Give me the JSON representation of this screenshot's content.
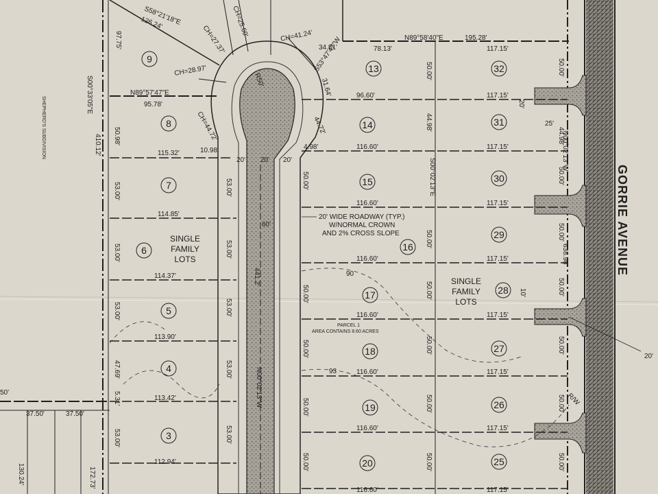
{
  "street": "GORRIE AVENUE",
  "notes": {
    "single_family_left": [
      "SINGLE",
      "FAMILY",
      "LOTS"
    ],
    "single_family_right": [
      "SINGLE",
      "FAMILY",
      "LOTS"
    ],
    "roadway": [
      "20' WIDE ROADWAY (TYP.)",
      "W/NORMAL CROWN",
      "AND 2% CROSS SLOPE"
    ],
    "parcel": [
      "PARCEL 1",
      "AREA CONTAINS 8.60 ACRES"
    ],
    "side_note": "SHEPHERD'S SUBDIVISION"
  },
  "bearings": {
    "west_boundary": "S00°33'05\"E",
    "west_boundary_len": "410.12'",
    "east_boundary": "N00°02'13\"W",
    "east_boundary_len": "638.98'",
    "north_top": "N89°58'40\"E",
    "north_top_len": "195.28'",
    "north_left": "N89°57'47\"E",
    "north_left_len": "95.78'",
    "northwest": "S58°21'18\"E",
    "northwest_len": "126.24'",
    "road_center": "N00°02'13\"W",
    "road_len": "441.2'",
    "mid_line": "S00°02'13\"E",
    "curve_bearing": "S53°47'47\"W"
  },
  "curves": {
    "ch1": "CH=27.37'",
    "ch2": "CH=25.60'",
    "ch3": "CH=41.24'",
    "ch4": "CH=28.97'",
    "ch5": "CH=44.72'",
    "ch6": "44.72'",
    "radius": "R50'",
    "d1": "34.81'",
    "d2": "31.64'"
  },
  "lots_left": [
    {
      "num": "9",
      "width": "",
      "depth": ""
    },
    {
      "num": "8",
      "width": "115.32'",
      "depth": "50.98'"
    },
    {
      "num": "7",
      "width": "114.85'",
      "depth": "53.00'"
    },
    {
      "num": "6",
      "width": "114.37'",
      "depth": "53.00'"
    },
    {
      "num": "5",
      "width": "113.90'",
      "depth": "53.00'"
    },
    {
      "num": "4",
      "width": "113.42'",
      "depth": "47.69'"
    },
    {
      "num": "3",
      "width": "112.94'",
      "depth": "53.00'"
    }
  ],
  "lots_center": [
    {
      "num": "13",
      "width": "96.60'",
      "depth": "50.00'"
    },
    {
      "num": "14",
      "width": "116.60'",
      "depth": "44.98'"
    },
    {
      "num": "15",
      "width": "116.60'",
      "depth": "50.00'"
    },
    {
      "num": "16",
      "width": "116.60'",
      "depth": "50.00'"
    },
    {
      "num": "17",
      "width": "116.60'",
      "depth": "50.00'"
    },
    {
      "num": "18",
      "width": "116.60'",
      "depth": "50.00'"
    },
    {
      "num": "19",
      "width": "116.60'",
      "depth": "50.00'"
    },
    {
      "num": "20",
      "width": "116.60'",
      "depth": "50.00'"
    }
  ],
  "lots_right": [
    {
      "num": "32",
      "width": "117.15'",
      "depth": "50.00'"
    },
    {
      "num": "31",
      "width": "117.15'",
      "depth": "44.98'"
    },
    {
      "num": "30",
      "width": "117.15'",
      "depth": "50.00'"
    },
    {
      "num": "29",
      "width": "117.15'",
      "depth": "50.00'"
    },
    {
      "num": "28",
      "width": "117.15'",
      "depth": "50.00'"
    },
    {
      "num": "27",
      "width": "117.15'",
      "depth": "50.00'"
    },
    {
      "num": "26",
      "width": "117.15'",
      "depth": "50.00'"
    },
    {
      "num": "25",
      "width": "117.15'",
      "depth": "50.00'"
    }
  ],
  "misc": {
    "top_13_width": "78.13'",
    "lot9_side": "97.75'",
    "lot8_inner": "10.98'",
    "lot14_inner": "4.98'",
    "road20a": "20'",
    "road20b": "20'",
    "road20c": "20'",
    "row60": "60'",
    "dw20": "20'",
    "dw25": "25'",
    "dw4498": "44.98'",
    "dw10": "10'",
    "callout20": "20'",
    "lot4_extra": "5.31'",
    "elev90": "90",
    "elev93": "93",
    "bottom_3750a": "37.50'",
    "bottom_3750b": "37.50'",
    "bottom_50": "50'",
    "bottom_13024": "130.24'",
    "bottom_17273": "172.73'",
    "bottom_11660": "116.60'",
    "bottom_11715": "117.15'",
    "rw": "R/W"
  }
}
